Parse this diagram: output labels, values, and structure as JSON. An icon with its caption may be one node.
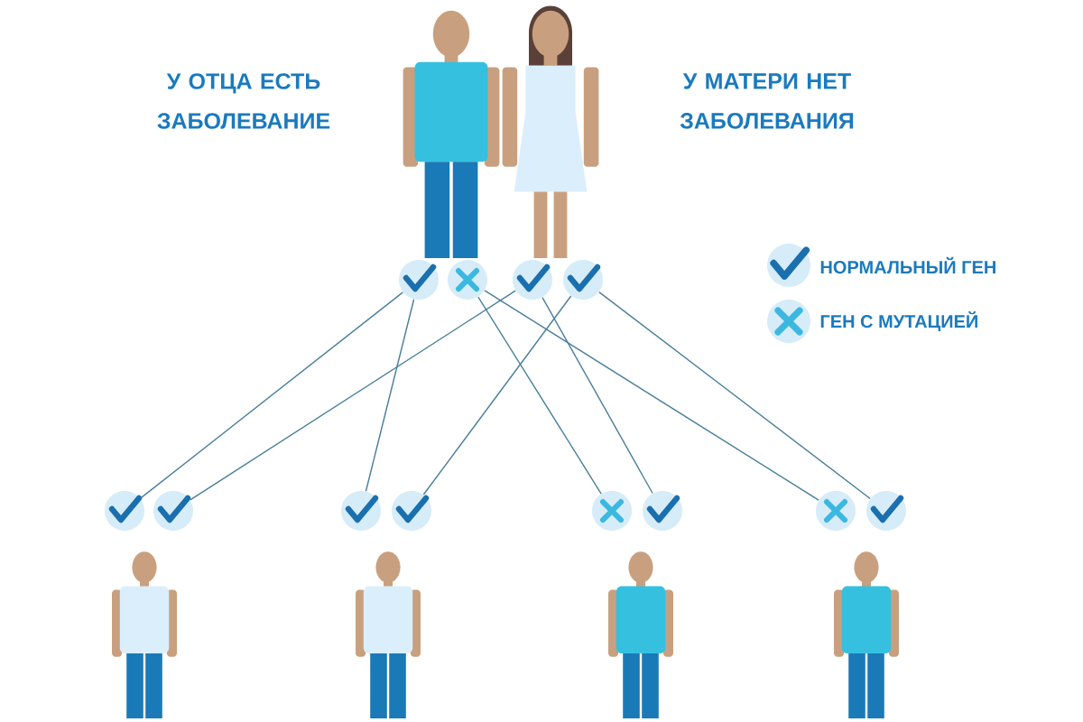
{
  "diagram": {
    "nodes": [
      {
        "text": [],
        "shape": "checkmark"
      },
      {
        "text": [],
        "shape": "cross"
      },
      {
        "text": [],
        "shape": "checkmark"
      },
      {
        "text": [],
        "shape": "checkmark"
      },
      {
        "text": [],
        "shape": "checkmark"
      },
      {
        "text": [],
        "shape": "checkmark"
      },
      {
        "text": [],
        "shape": "checkmark"
      },
      {
        "text": [],
        "shape": "checkmark"
      },
      {
        "text": [],
        "shape": "cross"
      },
      {
        "text": [],
        "shape": "checkmark"
      },
      {
        "text": [],
        "shape": "cross"
      },
      {
        "text": [],
        "shape": "checkmark"
      }
    ],
    "edges": [
      {
        "from": 0,
        "to": 4,
        "arrow": "none"
      },
      {
        "from": 0,
        "to": 6,
        "arrow": "none"
      },
      {
        "from": 1,
        "to": 8,
        "arrow": "none"
      },
      {
        "from": 1,
        "to": 10,
        "arrow": "none"
      },
      {
        "from": 2,
        "to": 5,
        "arrow": "none"
      },
      {
        "from": 2,
        "to": 9,
        "arrow": "none"
      },
      {
        "from": 3,
        "to": 7,
        "arrow": "none"
      },
      {
        "from": 3,
        "to": 11,
        "arrow": "none"
      }
    ],
    "labels": [
      "У ОТЦА ЕСТЬ ЗАБОЛЕВАНИЕ",
      "У МАТЕРИ НЕТ ЗАБОЛЕВАНИЯ"
    ],
    "legend": [
      {
        "text": "НОРМАЛЬНЫЙ ГЕН"
      },
      {
        "text": "ГЕН С МУТАЦИЕЙ"
      }
    ]
  }
}
